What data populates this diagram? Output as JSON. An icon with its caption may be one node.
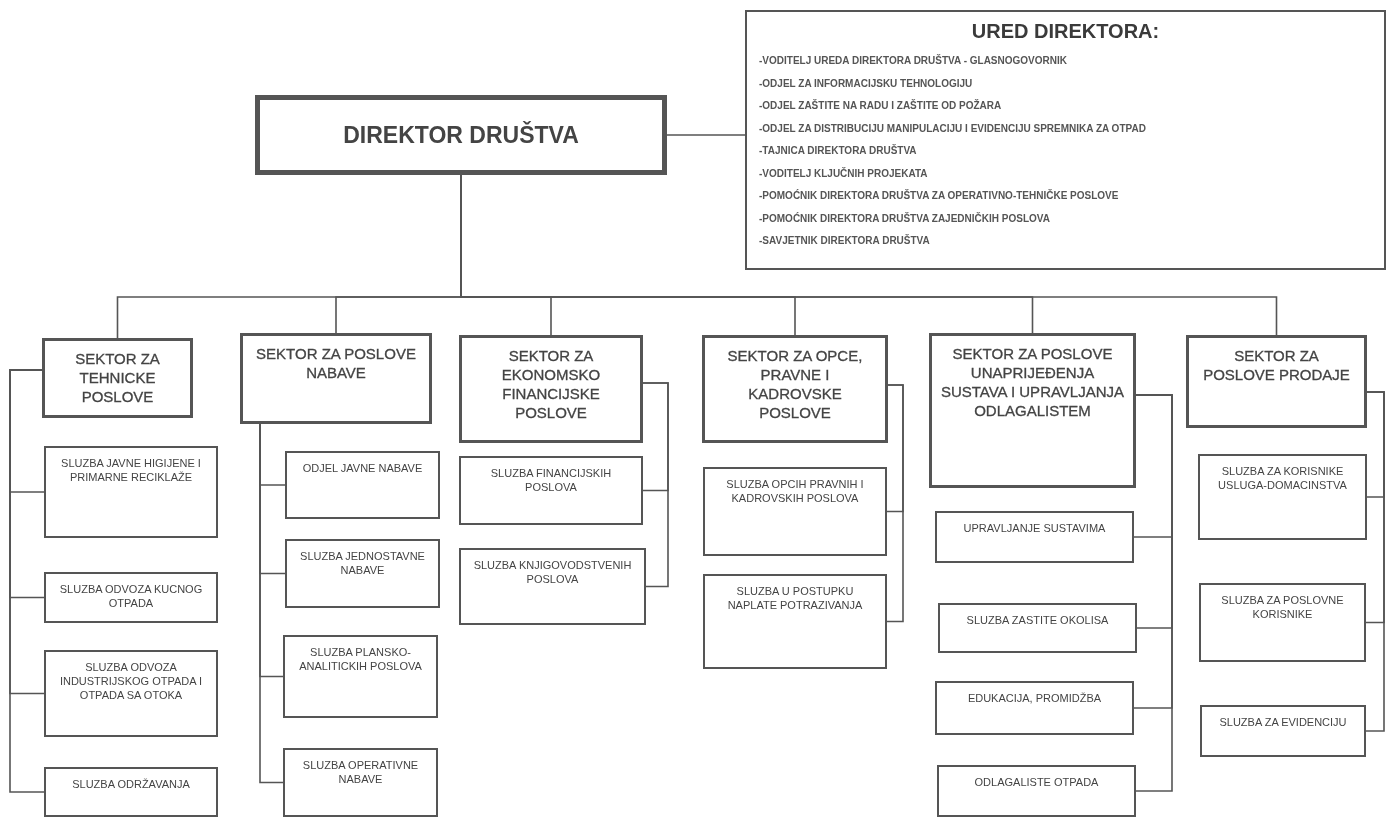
{
  "diagram": {
    "nodes": [
      {
        "text": [
          "DIREKTOR DRUŠTVA"
        ]
      },
      {
        "text": [
          "URED DIREKTORA:",
          "-VODITELJ UREDA DIREKTORA DRUŠTVA - GLASNOGOVORNIK",
          "-ODJEL ZA INFORMACIJSKU TEHNOLOGIJU",
          "-ODJEL ZAŠTITE NA RADU I ZAŠTITE OD POŽARA",
          "-ODJEL ZA DISTRIBUCIJU MANIPULACIJU I EVIDENCIJU SPREMNIKA ZA OTPAD",
          "-TAJNICA DIREKTORA DRUŠTVA",
          "-VODITELJ KLJUČNIH PROJEKATA",
          "-POMOĆNIK DIREKTORA DRUŠTVA ZA OPERATIVNO-TEHNIČKE POSLOVE",
          "-POMOĆNIK DIREKTORA DRUŠTVA ZAJEDNIČKIH POSLOVA",
          "-SAVJETNIK DIREKTORA DRUŠTVA"
        ]
      },
      {
        "text": [
          "SEKTOR ZA TEHNICKE POSLOVE"
        ]
      },
      {
        "text": [
          "SLUZBA JAVNE HIGIJENE I PRIMARNE RECIKLAŽE"
        ]
      },
      {
        "text": [
          "SLUZBA ODVOZA KUCNOG OTPADA"
        ]
      },
      {
        "text": [
          "SLUZBA ODVOZA INDUSTRIJSKOG OTPADA I OTPADA SA OTOKA"
        ]
      },
      {
        "text": [
          "SLUZBA ODRŽAVANJA"
        ]
      },
      {
        "text": [
          "SEKTOR ZA POSLOVE NABAVE"
        ]
      },
      {
        "text": [
          "ODJEL JAVNE NABAVE"
        ]
      },
      {
        "text": [
          "SLUZBA JEDNOSTAVNE NABAVE"
        ]
      },
      {
        "text": [
          "SLUZBA PLANSKO-ANALITICKIH POSLOVA"
        ]
      },
      {
        "text": [
          "SLUZBA OPERATIVNE NABAVE"
        ]
      },
      {
        "text": [
          "SEKTOR ZA EKONOMSKO FINANCIJSKE POSLOVE"
        ]
      },
      {
        "text": [
          "SLUZBA FINANCIJSKIH POSLOVA"
        ]
      },
      {
        "text": [
          "SLUZBA KNJIGOVODSTVENIH POSLOVA"
        ]
      },
      {
        "text": [
          "SEKTOR ZA OPCE, PRAVNE I KADROVSKE POSLOVE"
        ]
      },
      {
        "text": [
          "SLUZBA OPCIH PRAVNIH I KADROVSKIH POSLOVA"
        ]
      },
      {
        "text": [
          "SLUZBA U POSTUPKU NAPLATE POTRAZIVANJA"
        ]
      },
      {
        "text": [
          "SEKTOR ZA POSLOVE UNAPRIJEĐENJA SUSTAVA I UPRAVLJANJA ODLAGALISTEM"
        ]
      },
      {
        "text": [
          "UPRAVLJANJE SUSTAVIMA"
        ]
      },
      {
        "text": [
          "SLUZBA ZASTITE OKOLISA"
        ]
      },
      {
        "text": [
          "EDUKACIJA, PROMIDŽBA"
        ]
      },
      {
        "text": [
          "ODLAGALISTE OTPADA"
        ]
      },
      {
        "text": [
          "SEKTOR ZA POSLOVE PRODAJE"
        ]
      },
      {
        "text": [
          "SLUZBA ZA KORISNIKE USLUGA-DOMACINSTVA"
        ]
      },
      {
        "text": [
          "SLUZBA ZA POSLOVNE KORISNIKE"
        ]
      },
      {
        "text": [
          "SLUZBA ZA EVIDENCIJU"
        ]
      }
    ],
    "edges": [
      {
        "from": 0,
        "to": 1,
        "arrow": "none"
      },
      {
        "from": 0,
        "to": 2,
        "arrow": "none"
      },
      {
        "from": 0,
        "to": 7,
        "arrow": "none"
      },
      {
        "from": 0,
        "to": 12,
        "arrow": "none"
      },
      {
        "from": 0,
        "to": 15,
        "arrow": "none"
      },
      {
        "from": 0,
        "to": 18,
        "arrow": "none"
      },
      {
        "from": 0,
        "to": 23,
        "arrow": "none"
      },
      {
        "from": 2,
        "to": 3,
        "arrow": "none"
      },
      {
        "from": 2,
        "to": 4,
        "arrow": "none"
      },
      {
        "from": 2,
        "to": 5,
        "arrow": "none"
      },
      {
        "from": 2,
        "to": 6,
        "arrow": "none"
      },
      {
        "from": 7,
        "to": 8,
        "arrow": "none"
      },
      {
        "from": 7,
        "to": 9,
        "arrow": "none"
      },
      {
        "from": 7,
        "to": 10,
        "arrow": "none"
      },
      {
        "from": 7,
        "to": 11,
        "arrow": "none"
      },
      {
        "from": 12,
        "to": 13,
        "arrow": "none"
      },
      {
        "from": 12,
        "to": 14,
        "arrow": "none"
      },
      {
        "from": 15,
        "to": 16,
        "arrow": "none"
      },
      {
        "from": 15,
        "to": 17,
        "arrow": "none"
      },
      {
        "from": 18,
        "to": 19,
        "arrow": "none"
      },
      {
        "from": 18,
        "to": 20,
        "arrow": "none"
      },
      {
        "from": 18,
        "to": 21,
        "arrow": "none"
      },
      {
        "from": 18,
        "to": 22,
        "arrow": "none"
      },
      {
        "from": 23,
        "to": 24,
        "arrow": "none"
      },
      {
        "from": 23,
        "to": 25,
        "arrow": "none"
      },
      {
        "from": 23,
        "to": 26,
        "arrow": "none"
      }
    ]
  }
}
